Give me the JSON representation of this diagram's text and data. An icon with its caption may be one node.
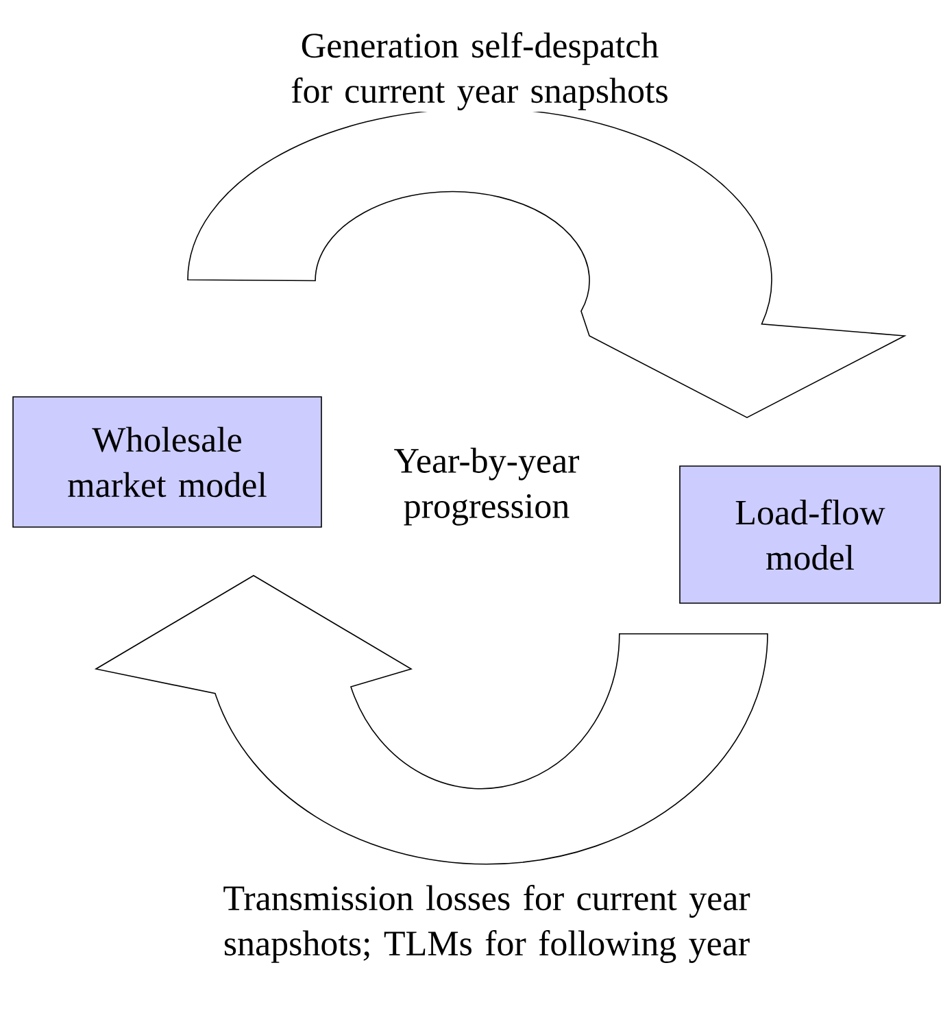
{
  "diagram": {
    "nodes": [
      {
        "text": [
          "Wholesale market model"
        ]
      },
      {
        "text": [
          "Load-flow model"
        ]
      }
    ],
    "edges": [
      {
        "from": 0,
        "to": 1,
        "arrow": "to",
        "label": "Generation self-despatch for current year snapshots"
      },
      {
        "from": 1,
        "to": 0,
        "arrow": "to",
        "label": "Transmission losses for current year snapshots; TLMs for following year"
      }
    ],
    "labels": [
      "Year-by-year progression"
    ]
  }
}
